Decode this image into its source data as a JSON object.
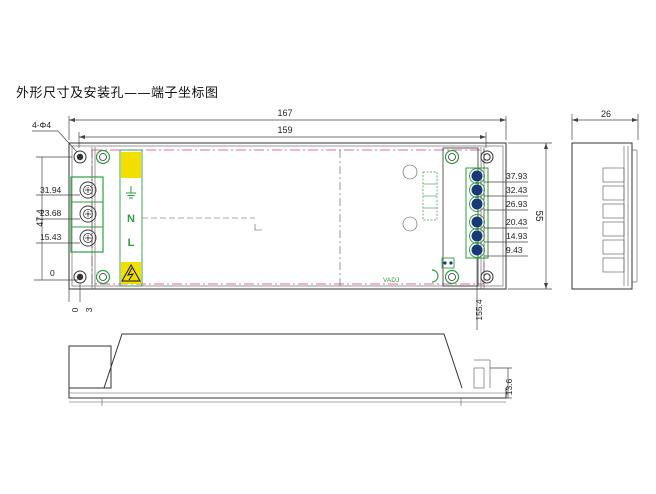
{
  "heading": "外形尺寸及安装孔——端子坐标图",
  "colors": {
    "line": "#333333",
    "green": "#2e9e3e",
    "pink": "#e0308a",
    "yellow": "#f2df00",
    "navy": "#17397a"
  },
  "dims": {
    "hole_spec": "4-Φ4",
    "overall_length": "167",
    "hole_spacing": "159",
    "left_height": "47.4",
    "height": "55",
    "depth": "26",
    "output_x": "155.4",
    "mount_y": "0",
    "mount_x": "3",
    "origin_x": "0",
    "side_height": "13.6"
  },
  "input_terminals": {
    "coords": [
      "31.94",
      "23.68",
      "15.43"
    ],
    "labels": [
      "N",
      "L"
    ],
    "ground_icon": "ground-icon"
  },
  "output_terminals": {
    "coords": [
      "37.93",
      "32.43",
      "26.93",
      "20.43",
      "14.93",
      "9.43"
    ]
  },
  "board": {
    "vadj_label": "VADJ"
  },
  "icons": {
    "warning": "high-voltage-warning-icon",
    "vadj": "potentiometer-icon"
  }
}
